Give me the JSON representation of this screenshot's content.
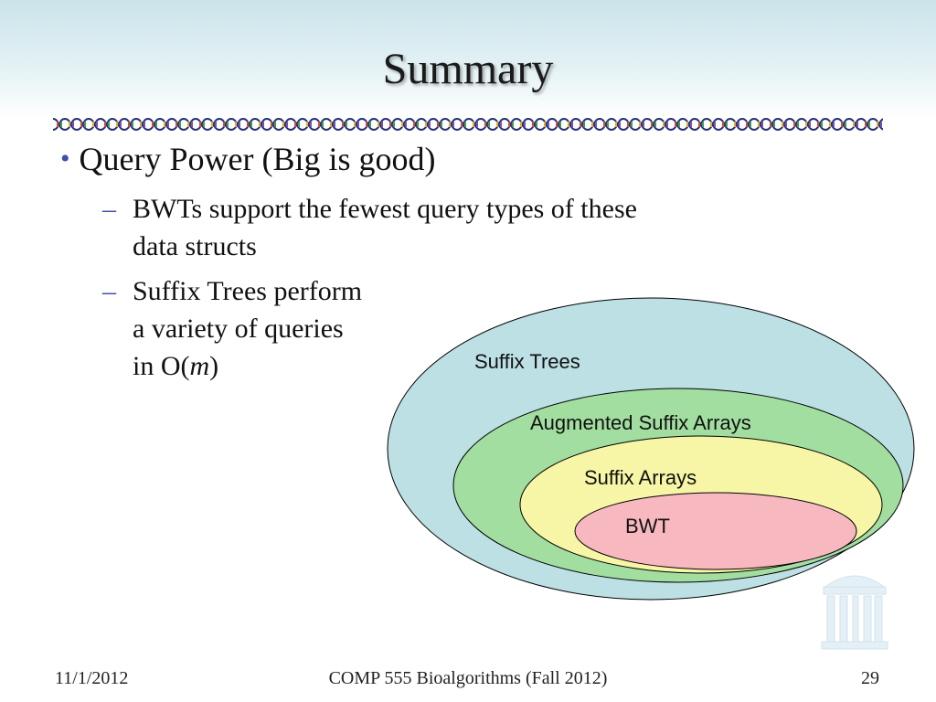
{
  "slide": {
    "title": "Summary",
    "bullets": [
      {
        "text": "Query Power (Big is good)"
      }
    ],
    "subbullets": [
      {
        "lines": [
          "BWTs support the fewest query types of these",
          "data structs"
        ]
      },
      {
        "lines": [
          "Suffix Trees perform",
          "a variety of queries",
          "in O("
        ],
        "italic": "m",
        "suffix": ")"
      }
    ]
  },
  "venn": {
    "sets": [
      {
        "label": "Suffix Trees",
        "color": "#bde0e4"
      },
      {
        "label": "Augmented Suffix Arrays",
        "color": "#a2dea0"
      },
      {
        "label": "Suffix Arrays",
        "color": "#f6f6a6"
      },
      {
        "label": "BWT",
        "color": "#f8b8c0"
      }
    ]
  },
  "footer": {
    "date": "11/1/2012",
    "course": "COMP 555 Bioalgorithms (Fall 2012)",
    "page": "29"
  },
  "colors": {
    "accent": "#3d4fa8",
    "header_gradient": "#c9e4ea"
  }
}
